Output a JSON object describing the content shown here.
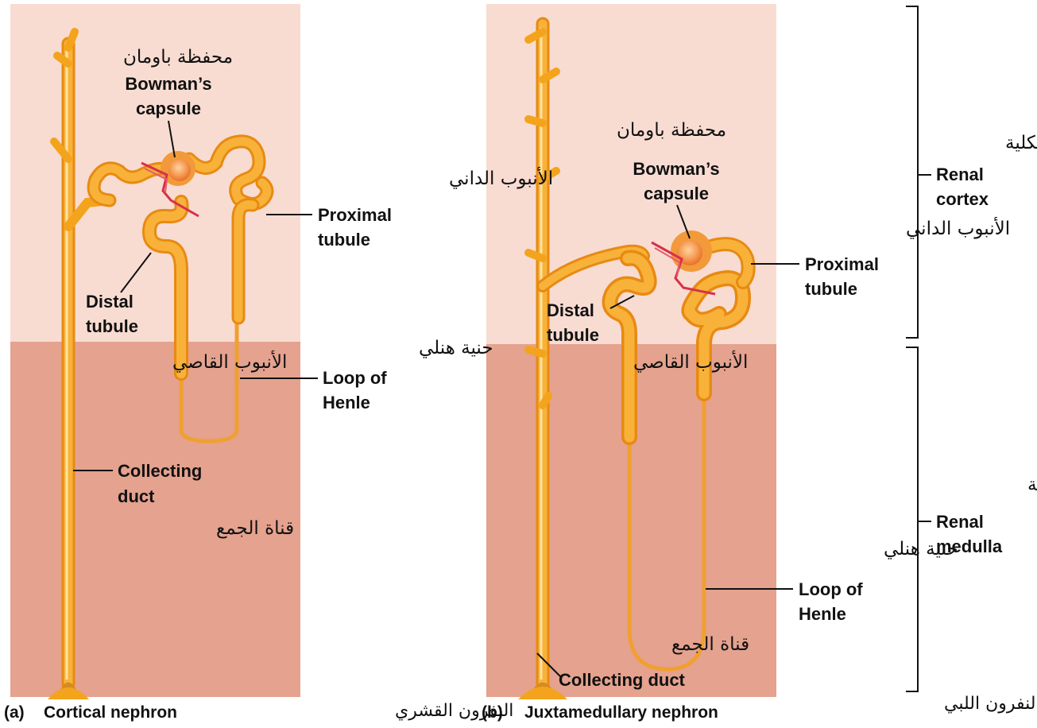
{
  "panel_a": {
    "caption_letter": "(a)",
    "caption_en": "Cortical nephron",
    "caption_ar": "النفرون القشري",
    "bowman_ar": "محفظة باومان",
    "bowman_en": [
      "Bowman’s",
      "capsule"
    ],
    "proximal_ar": "الأنبوب الداني",
    "proximal_en": [
      "Proximal",
      "tubule"
    ],
    "distal_en": [
      "Distal",
      "tubule"
    ],
    "distal_ar": "الأنبوب القاصي",
    "loop_ar": "حنية هنلي",
    "loop_en": [
      "Loop of",
      "Henle"
    ],
    "collecting_en": [
      "Collecting",
      "duct"
    ],
    "collecting_ar": "قناة الجمع"
  },
  "panel_b": {
    "caption_letter": "(b)",
    "caption_en": "Juxtamedullary nephron",
    "caption_ar": "النفرون اللبي",
    "bowman_ar": "محفظة باومان",
    "bowman_en": [
      "Bowman’s",
      "capsule"
    ],
    "proximal_ar": "الأنبوب الداني",
    "proximal_en": [
      "Proximal",
      "tubule"
    ],
    "distal_en": [
      "Distal",
      "tubule"
    ],
    "distal_ar": "الأنبوب القاصي",
    "loop_ar": "حنية هنلي",
    "loop_en": [
      "Loop of",
      "Henle"
    ],
    "collecting_ar": "قناة الجمع",
    "collecting_en": "Collecting duct"
  },
  "regions": {
    "cortex_ar": "قشرة الكلية",
    "cortex_en": [
      "Renal",
      "cortex"
    ],
    "medulla_ar": "لب الكلية",
    "medulla_en": [
      "Renal",
      "medulla"
    ]
  },
  "colors": {
    "cortex_bg": "#f8dcd2",
    "medulla_bg": "#e4a28f",
    "tubule": "#f4a41c",
    "tubule_highlight": "#ffd98a",
    "glomerulus": "#f07a30",
    "vessel": "#d8304a"
  }
}
